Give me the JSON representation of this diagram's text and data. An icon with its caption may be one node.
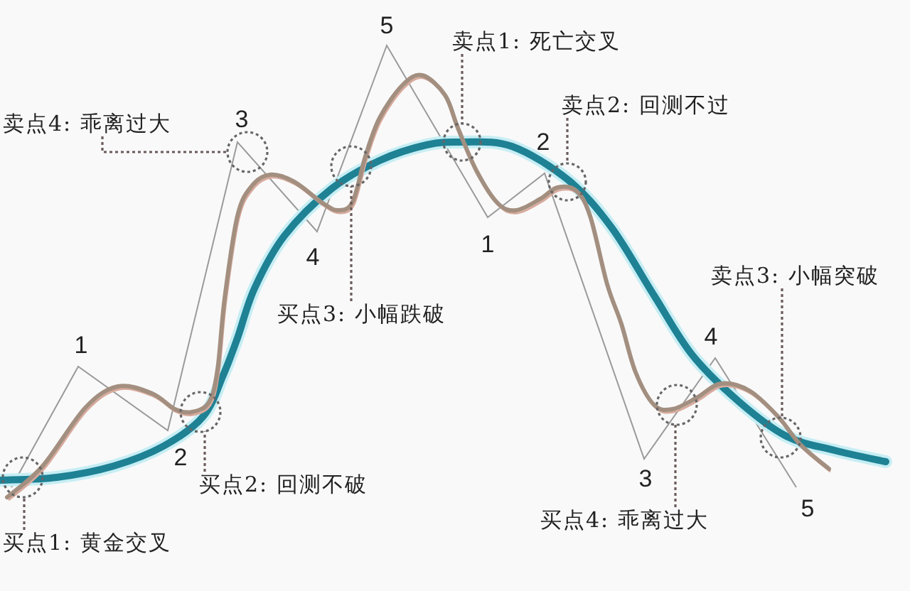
{
  "diagram": {
    "nodes": [
      {
        "text": [
          "卖点1: 死亡交叉"
        ]
      },
      {
        "text": [
          "卖点2: 回测不过"
        ]
      },
      {
        "text": [
          "卖点4: 乖离过大"
        ]
      },
      {
        "text": [
          "卖点3: 小幅突破"
        ]
      },
      {
        "text": [
          "买点3: 小幅跌破"
        ]
      },
      {
        "text": [
          "买点2: 回测不破"
        ]
      },
      {
        "text": [
          "买点4: 乖离过大"
        ]
      },
      {
        "text": [
          "买点1: 黄金交叉"
        ]
      },
      {
        "text": [],
        "shape": "circle"
      },
      {
        "text": [],
        "shape": "circle"
      },
      {
        "text": [],
        "shape": "circle"
      },
      {
        "text": [],
        "shape": "circle"
      },
      {
        "text": [],
        "shape": "circle"
      },
      {
        "text": [],
        "shape": "circle"
      },
      {
        "text": [],
        "shape": "circle"
      },
      {
        "text": [],
        "shape": "circle"
      }
    ],
    "edges": [
      {
        "from": 0,
        "to": 12,
        "arrow": "none",
        "style": "dashed"
      },
      {
        "from": 1,
        "to": 13,
        "arrow": "none",
        "style": "dashed"
      },
      {
        "from": 2,
        "to": 10,
        "arrow": "none",
        "style": "dashed"
      },
      {
        "from": 3,
        "to": 15,
        "arrow": "none",
        "style": "dashed"
      },
      {
        "from": 4,
        "to": 11,
        "arrow": "none",
        "style": "dashed"
      },
      {
        "from": 5,
        "to": 9,
        "arrow": "none",
        "style": "dashed"
      },
      {
        "from": 6,
        "to": 14,
        "arrow": "none",
        "style": "dashed"
      },
      {
        "from": 7,
        "to": 8,
        "arrow": "none",
        "style": "dashed"
      }
    ],
    "labels": [
      "5",
      "3",
      "2",
      "1",
      "4",
      "4",
      "1",
      "2",
      "3",
      "5"
    ]
  }
}
